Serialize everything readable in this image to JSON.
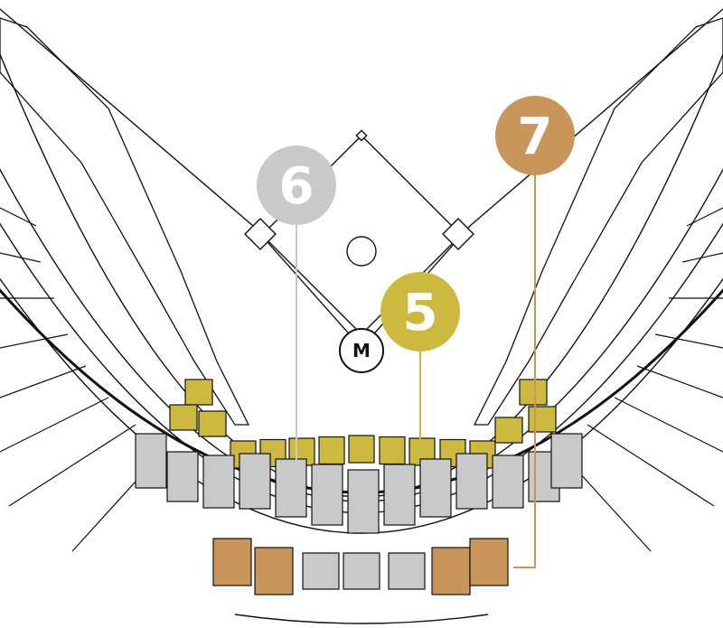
{
  "colors": {
    "zone_5": "#cdb93f",
    "zone_6": "#c9c9c9",
    "zone_7": "#c8955a",
    "outline": "#111111",
    "background": "#ffffff"
  },
  "home_plate": {
    "label": "M",
    "icon": "home-plate-icon"
  },
  "markers": [
    {
      "id": "6",
      "label": "6",
      "color": "#c9c9c9",
      "icon": "map-pin-icon"
    },
    {
      "id": "5",
      "label": "5",
      "color": "#cdb93f",
      "icon": "map-pin-icon"
    },
    {
      "id": "7",
      "label": "7",
      "color": "#c8955a",
      "icon": "map-pin-icon"
    }
  ]
}
